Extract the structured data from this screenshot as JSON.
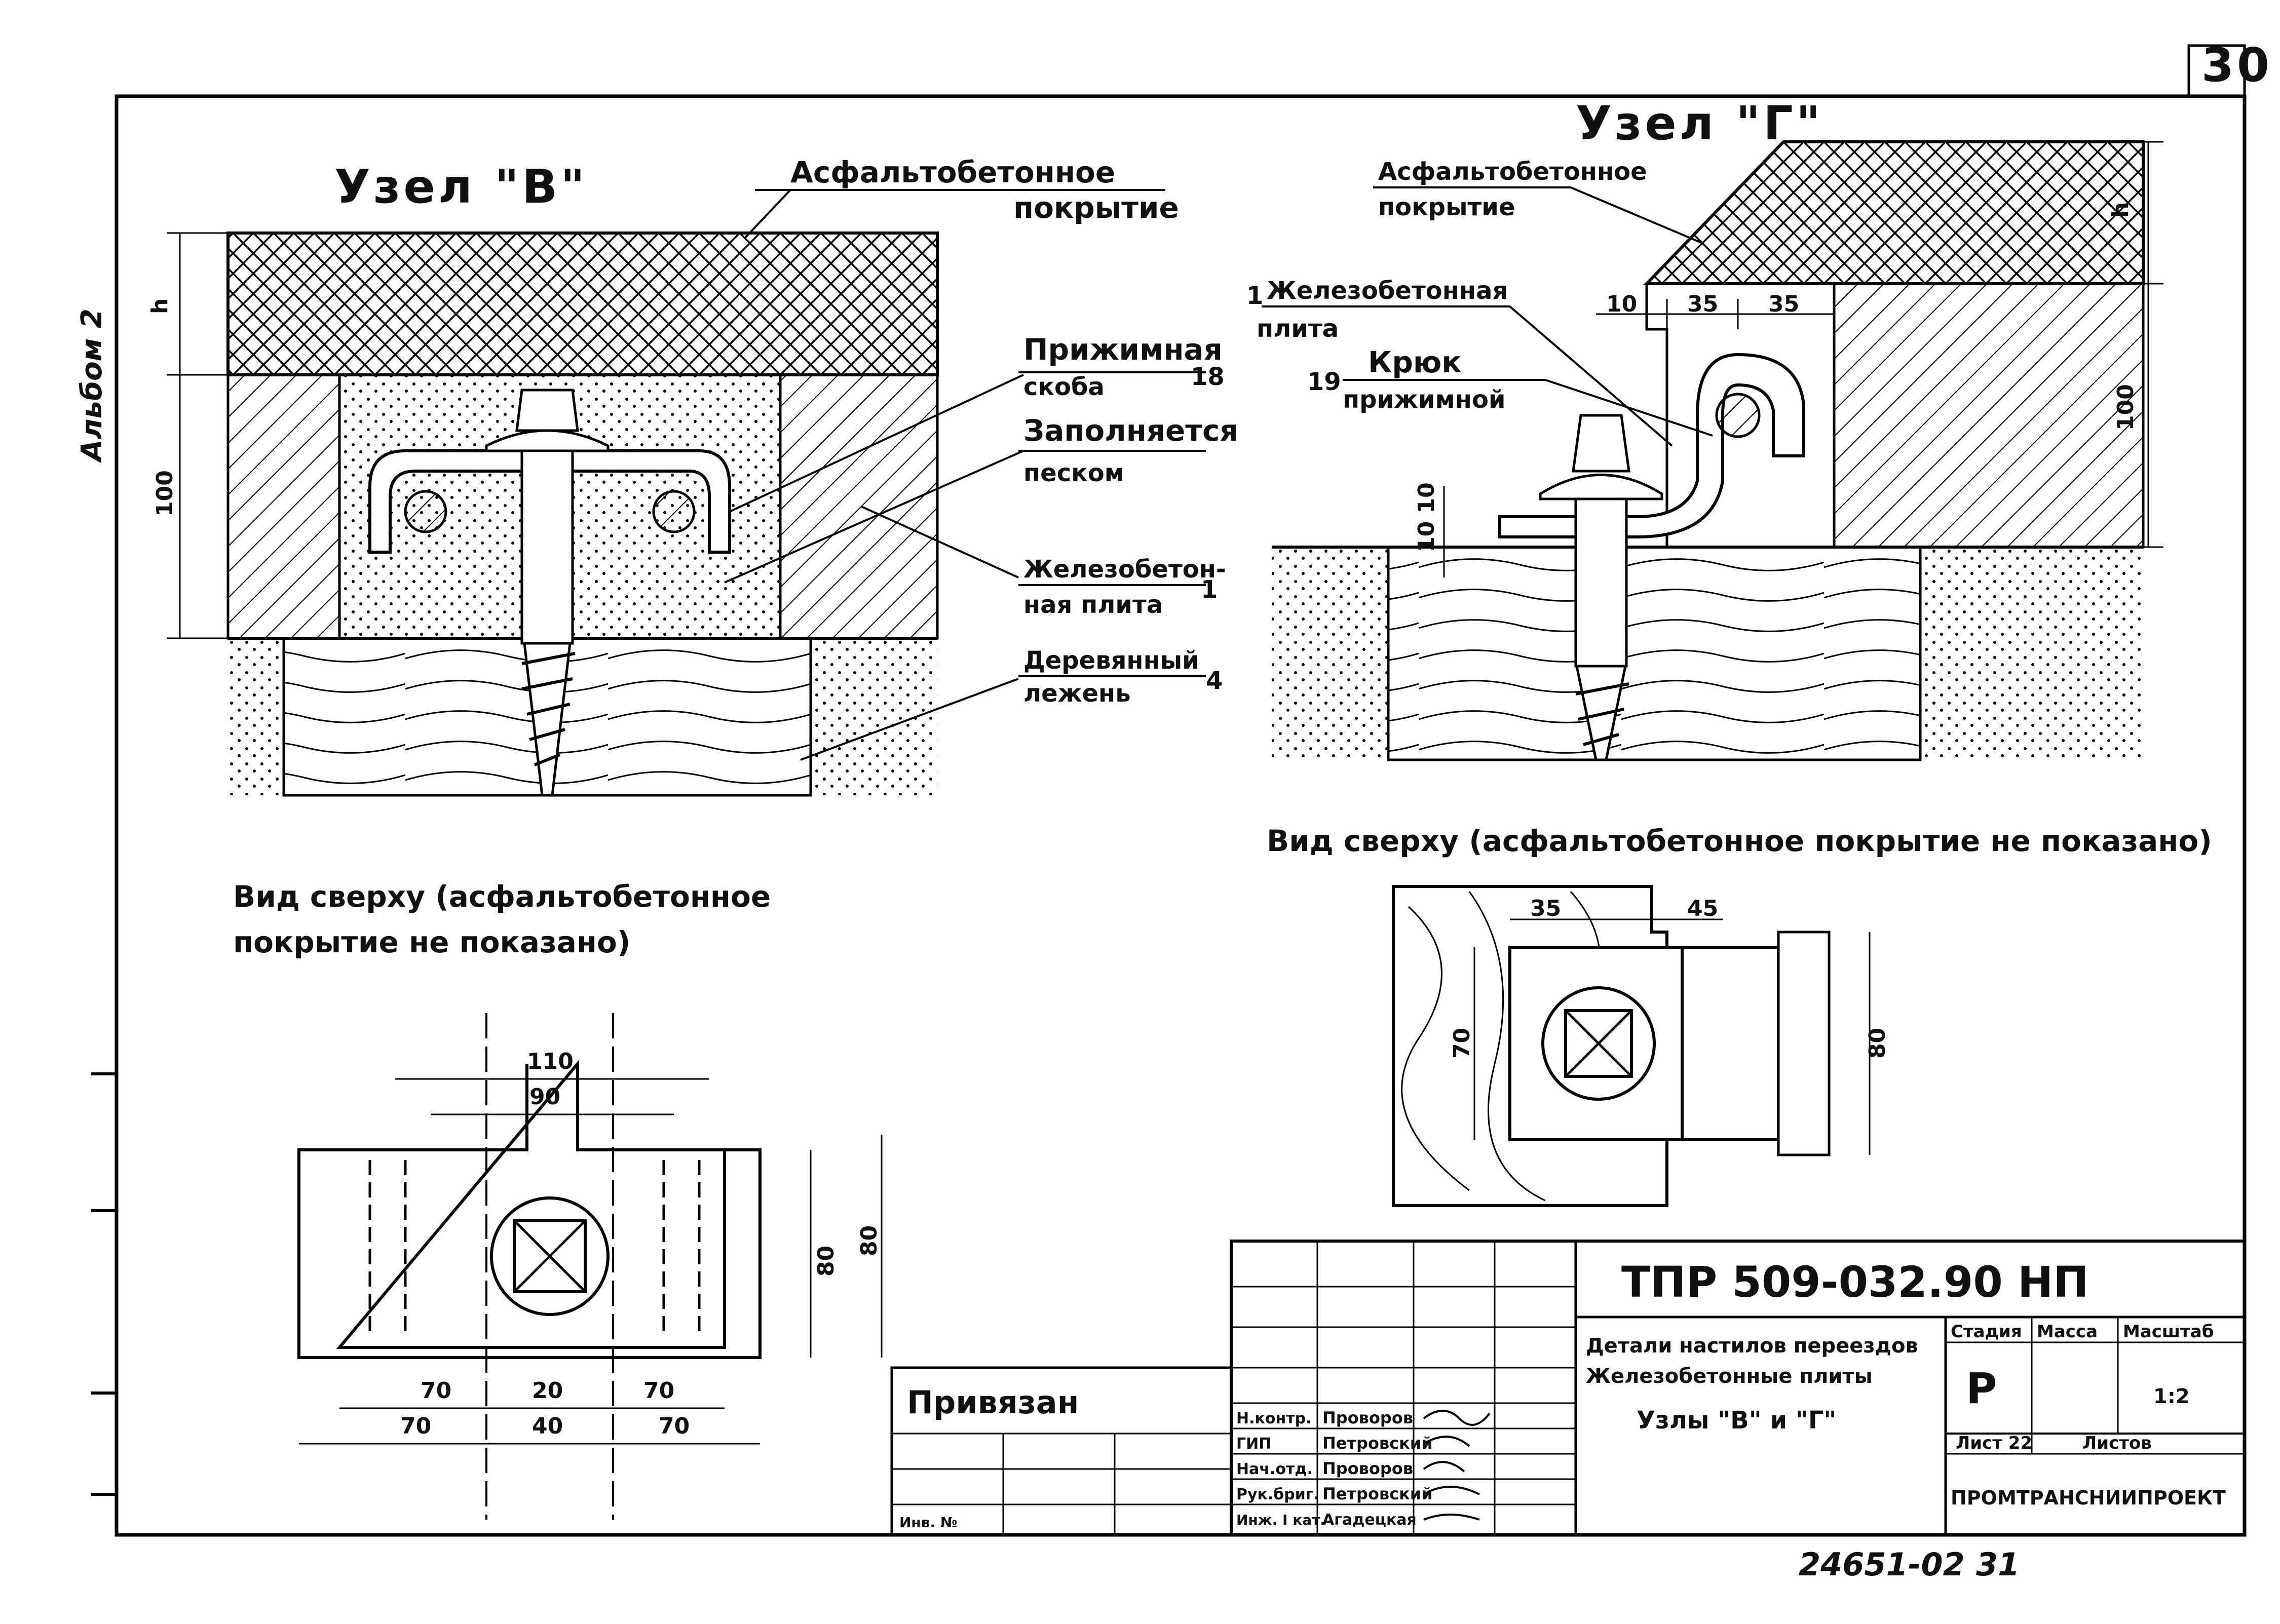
{
  "sheet": {
    "page_number": "30",
    "album_label": "Альбом 2",
    "footer_code": "24651-02",
    "footer_sheet": "31"
  },
  "node_v": {
    "title": "Узел \"В\"",
    "asphalt_label": "Асфальтобетонное",
    "asphalt_label_2": "покрытие",
    "clamp_label": "Прижимная",
    "clamp_label_2": "скоба",
    "clamp_num": "18",
    "sand_label": "Заполняется",
    "sand_label_2": "песком",
    "slab_label": "Железобетон-",
    "slab_label_2": "ная плита",
    "slab_num": "1",
    "sleeper_label": "Деревянный",
    "sleeper_label_2": "лежень",
    "sleeper_num": "4",
    "dim_h": "h",
    "dim_100": "100"
  },
  "node_g": {
    "title": "Узел \"Г\"",
    "asphalt_label": "Асфальтобетонное",
    "asphalt_label_2": "покрытие",
    "slab_num": "1",
    "slab_label": "Железобетонная",
    "slab_label_2": "плита",
    "hook_num": "19",
    "hook_label": "Крюк",
    "hook_label_2": "прижимной",
    "dim_10": "10",
    "dim_35a": "35",
    "dim_35b": "35",
    "dim_h": "h",
    "dim_100": "100",
    "dim_10_10": "10 10"
  },
  "view_g": {
    "caption": "Вид сверху (асфальтобетонное покрытие не показано)",
    "dim_35": "35",
    "dim_45": "45",
    "dim_70": "70",
    "dim_80": "80"
  },
  "view_v": {
    "caption_1": "Вид сверху (асфальтобетонное",
    "caption_2": "покрытие не показано)",
    "dim_110": "110",
    "dim_90": "90",
    "dim_80a": "80",
    "dim_80b": "80",
    "dim_70a": "70",
    "dim_20": "20",
    "dim_70b": "70",
    "dim_70c": "70",
    "dim_40": "40",
    "dim_70d": "70"
  },
  "title_block": {
    "doc_code": "ТПР 509-032.90 НП",
    "desc_1": "Детали настилов переездов",
    "desc_2": "Железобетонные плиты",
    "desc_3": "Узлы \"В\" и \"Г\"",
    "stage_hdr": "Стадия",
    "mass_hdr": "Масса",
    "scale_hdr": "Масштаб",
    "stage_val": "Р",
    "scale_val": "1:2",
    "sheet_hdr": "Лист 22",
    "sheets_hdr": "Листов",
    "org": "ПРОМТРАНСНИИПРОЕКТ",
    "bound": "Привязан",
    "inv": "Инв. №",
    "roles": [
      "Н.контр.",
      "ГИП",
      "Нач.отд.",
      "Рук.бриг.",
      "Инж. I кат."
    ],
    "names": [
      "Проворов",
      "Петровский",
      "Проворов",
      "Петровский",
      "Агадецкая"
    ]
  }
}
